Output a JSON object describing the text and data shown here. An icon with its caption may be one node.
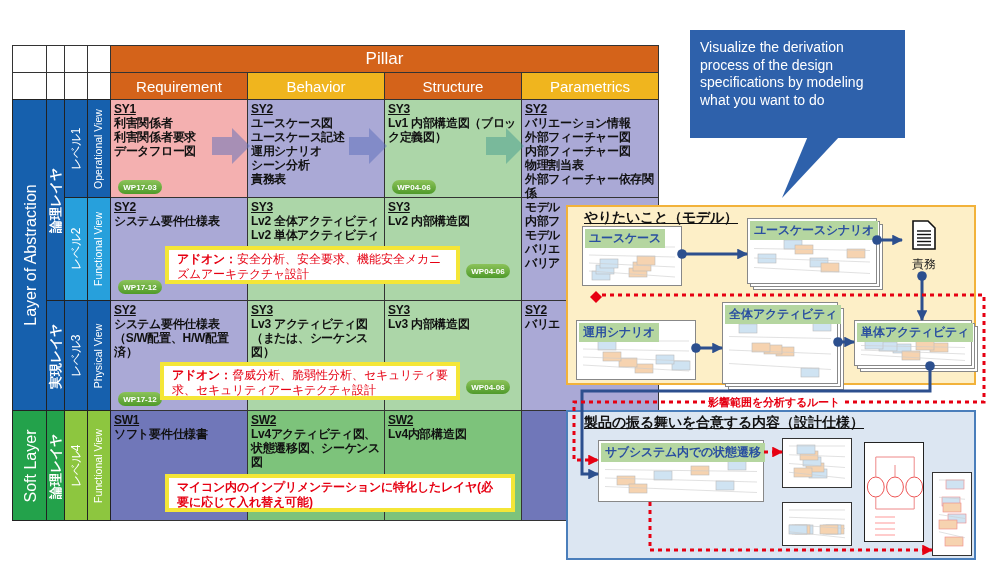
{
  "diagram": {
    "nodes": [
      {
        "text": [
          "WP17-03"
        ]
      },
      {
        "text": [
          "WP04-06"
        ]
      },
      {
        "text": [
          "WP17-12"
        ]
      },
      {
        "text": [
          "WP04-06"
        ]
      },
      {
        "text": [
          "アドオン：",
          "安全分析、安全要求、機能安全メカニズムアーキテクチャ設計"
        ]
      },
      {
        "text": [
          "WP17-12"
        ]
      },
      {
        "text": [
          "WP04-06"
        ]
      },
      {
        "text": [
          "アドオン：",
          "脅威分析、脆弱性分析、セキュリティ要求、セキュリティアーキテクチャ設計"
        ]
      },
      {
        "text": [
          "マイコン内のインプリメンテーションに特化したレイヤ(必要に応じて入れ替え可能)"
        ]
      },
      {
        "text": [
          "Visualize the derivation process of the design specifications by modeling what you want to do"
        ]
      },
      {
        "text": [
          "やりたいこと（モデル）"
        ]
      },
      {
        "text": [
          "ユースケース"
        ],
        "in": 10
      },
      {
        "text": [
          "ユースケースシナリオ"
        ],
        "in": 10
      },
      {
        "text": [
          "責務"
        ],
        "in": 10
      },
      {
        "text": [
          "全体アクティビティ"
        ],
        "in": 10
      },
      {
        "text": [
          "運用シナリオ"
        ],
        "in": 10
      },
      {
        "text": [
          "単体アクティビティ"
        ],
        "in": 10
      },
      {
        "text": [],
        "shape": "diamond",
        "in": 10
      },
      {
        "text": [
          "製品の振る舞いを合意する内容（設計仕様）"
        ]
      },
      {
        "text": [
          "サブシステム内での状態遷移"
        ],
        "in": 18
      },
      {
        "text": [],
        "shape": "picture",
        "in": 18
      },
      {
        "text": [],
        "shape": "picture",
        "in": 18
      },
      {
        "text": [],
        "shape": "picture",
        "in": 18
      },
      {
        "text": [],
        "shape": "picture",
        "in": 18
      }
    ],
    "edges": [
      {
        "from": 11,
        "to": 12,
        "arrow": "to"
      },
      {
        "from": 12,
        "to": 13,
        "arrow": "to"
      },
      {
        "from": 13,
        "to": 16,
        "arrow": "to"
      },
      {
        "from": 15,
        "to": 14,
        "arrow": "to"
      },
      {
        "from": 14,
        "to": 16,
        "arrow": "to"
      },
      {
        "from": 16,
        "to": 19,
        "arrow": "to"
      },
      {
        "from": 17,
        "to": 19,
        "arrow": "to",
        "label": "影響範囲を分析するルート",
        "style": "dashed",
        "color": "#e60012"
      },
      {
        "from": 19,
        "to": 20,
        "arrow": "to",
        "style": "dashed",
        "color": "#e60012"
      },
      {
        "from": 19,
        "to": 23,
        "arrow": "to",
        "style": "dashed",
        "color": "#e60012"
      }
    ],
    "labels": [
      "Pillar",
      "Requirement",
      "Behavior",
      "Structure",
      "Parametrics",
      "Layer of Abstraction",
      "論理レイヤ",
      "レベル1",
      "Operational View",
      "SY1",
      "利害関係者",
      "利害関係者要求",
      "データフロー図",
      "SY2",
      "ユースケース図",
      "ユースケース記述",
      "運用シナリオ",
      "シーン分析",
      "責務表",
      "SY3",
      "Lv1 内部構造図（ブロック定義図）",
      "SY2",
      "バリエーション情報",
      "外部フィーチャー図",
      "内部フィーチャー図",
      "物理割当表",
      "外部フィーチャー依存関係",
      "モデル",
      "内部フ",
      "モデル",
      "バリエ",
      "バリア",
      "レベル2",
      "Functional View",
      "SY2",
      "システム要件仕様表",
      "SY3",
      "Lv2 全体アクティビティ",
      "Lv2 単体アクティビティ",
      "SY3",
      "Lv2 内部構造図",
      "実現レイヤ",
      "レベル3",
      "Physical View",
      "SY2",
      "システム要件仕様表",
      "（S/W配置、H/W配置済）",
      "SY3",
      "Lv3 アクティビティ図",
      "（または、シーケンス図）",
      "SY3",
      "Lv3 内部構造図",
      "SY2",
      "バリエ",
      "Soft Layer",
      "論理レイヤ",
      "レベル4",
      "Functional View",
      "SW1",
      "ソフト要件仕様書",
      "SW2",
      "Lv4アクティビティ図、状態遷移図、シーケンス図",
      "SW2",
      "Lv4内部構造図"
    ]
  }
}
